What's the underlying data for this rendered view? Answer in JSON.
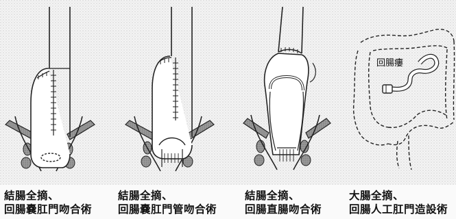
{
  "panels": [
    {
      "line1": "結腸全摘、",
      "line2": "回腸嚢肛門吻合術"
    },
    {
      "line1": "結腸全摘、",
      "line2": "回腸嚢肛門管吻合術"
    },
    {
      "line1": "結腸全摘、",
      "line2": "回腸直腸吻合術"
    },
    {
      "line1": "大腸全摘、",
      "line2": "回腸人工肛門造設術"
    }
  ],
  "stoma_label": "回腸瘻"
}
